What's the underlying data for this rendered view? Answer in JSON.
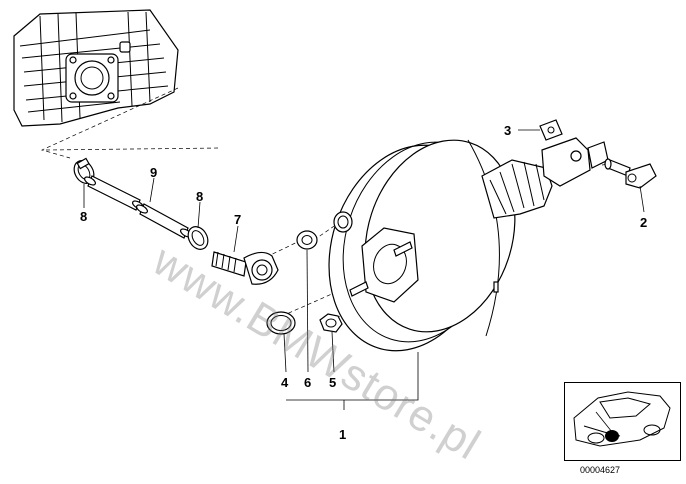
{
  "diagram": {
    "callouts": {
      "c1": "1",
      "c2": "2",
      "c3": "3",
      "c4": "4",
      "c5": "5",
      "c6": "6",
      "c7": "7",
      "c8a": "8",
      "c8b": "8",
      "c9": "9"
    },
    "watermark": "www.BMWstore.pl",
    "reference_number": "00004627"
  },
  "colors": {
    "line": "#000000",
    "fill": "#ffffff",
    "watermark": "#9a9a9a",
    "highlight": "#000000"
  }
}
